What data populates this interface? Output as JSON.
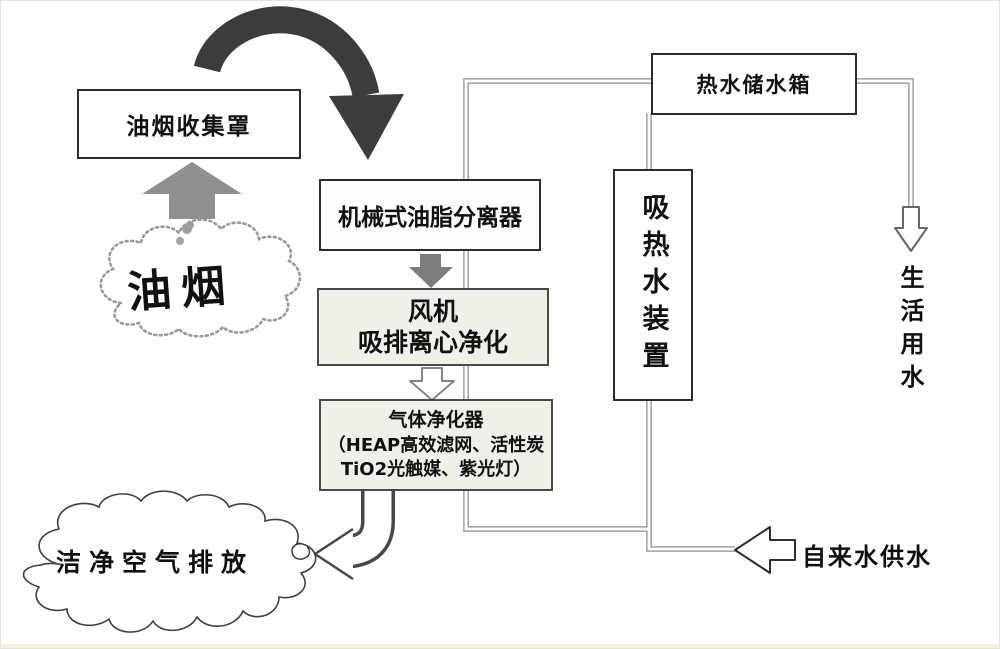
{
  "colors": {
    "background": "#ffffff",
    "box_border": "#2b2b2b",
    "shaded_box_fill": "#f1f0e8",
    "pipe_gray": "#8e8e8e",
    "dark_arrow": "#3c3c3c",
    "mid_gray_arrow": "#7d7d7d",
    "stipple_gray": "#8f8f8f"
  },
  "nodes": {
    "hood": {
      "label": "油烟收集罩"
    },
    "separator": {
      "label": "机械式油脂分离器"
    },
    "fan": {
      "line1": "风机",
      "line2": "吸排离心净化"
    },
    "purifier": {
      "line1": "气体净化器",
      "line2": "（HEAP高效滤网、活性炭",
      "line3": "TiO2光触媒、紫光灯）"
    },
    "tank": {
      "label": "热水储水箱"
    },
    "absorber": {
      "label": "吸热水装置"
    }
  },
  "labels": {
    "fume": "油烟",
    "clean_air": "洁净空气排放",
    "tap_water": "自来水供水",
    "domestic_water": "生活用水"
  },
  "icons": {
    "curved_arrow": "thick-curved-down-arrow",
    "up_arrow": "block-up-arrow",
    "down_arrow_solid": "solid-block-down-arrow",
    "down_arrow_outline": "outline-down-arrow",
    "bent_arrow": "outline-bent-left-arrow",
    "tap_left_arrow": "outline-left-arrow",
    "domestic_down_arrow": "outline-down-arrow"
  }
}
